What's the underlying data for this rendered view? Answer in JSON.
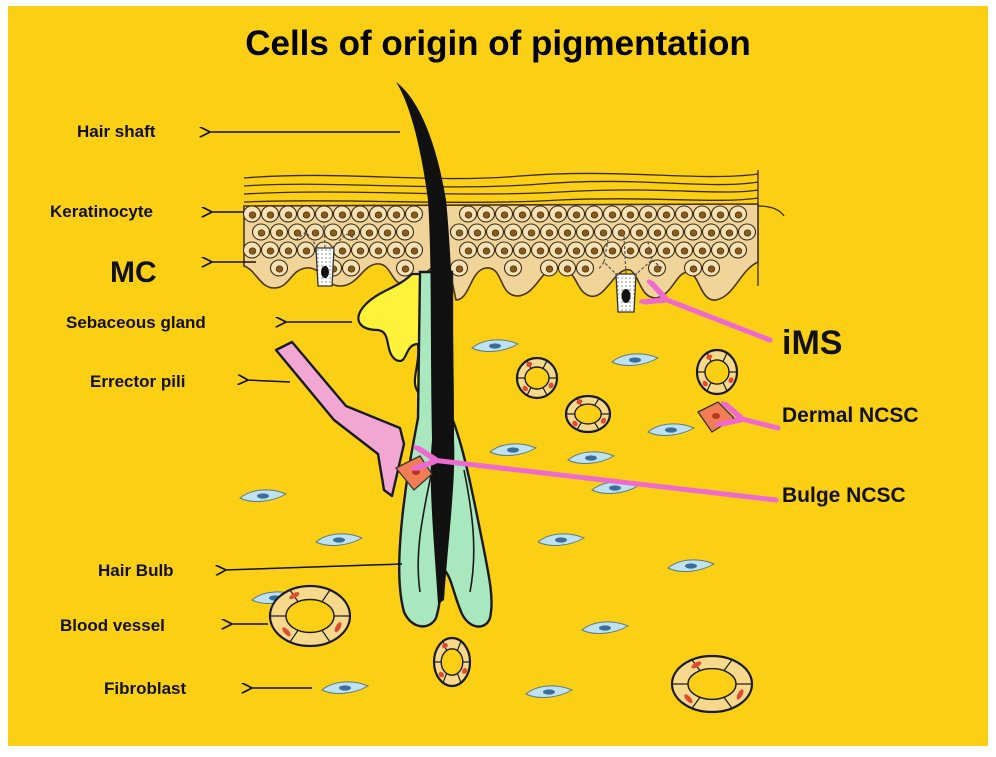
{
  "title": "Cells of origin of pigmentation",
  "colors": {
    "background": "#FBCF14",
    "epidermis": "#F1D49A",
    "hair": "#111111",
    "sheath": "#A9E8BE",
    "sebaceous": "#FFF23A",
    "pili": "#F2A6D2",
    "arrow_pink": "#EE6AD0",
    "ncsc": "#F27D55",
    "fibroblast": "#BFE2F0",
    "vessel_red": "#E04A2E"
  },
  "labels": {
    "hair_shaft": "Hair shaft",
    "keratinocyte": "Keratinocyte",
    "mc": "MC",
    "sebaceous_gland": "Sebaceous gland",
    "errector_pili": "Errector pili",
    "hair_bulb": "Hair Bulb",
    "blood_vessel": "Blood vessel",
    "fibroblast": "Fibroblast",
    "ims": "iMS",
    "dermal_ncsc": "Dermal NCSC",
    "bulge_ncsc": "Bulge NCSC"
  }
}
